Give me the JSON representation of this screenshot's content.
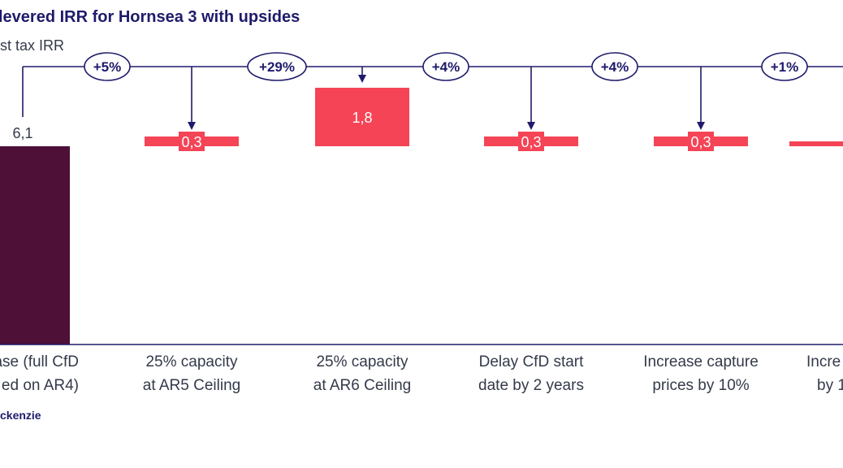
{
  "title": "levered IRR for Hornsea 3 with upsides",
  "subtitle": "st tax IRR",
  "source": "ckenzie",
  "colors": {
    "base_bar": "#4f1038",
    "delta_bar": "#f54456",
    "connector": "#1e1b6b",
    "axis": "#1e1b6b",
    "bubble_border": "#1e1b6b",
    "text": "#333a4a"
  },
  "chart_data": {
    "type": "bar",
    "title": "levered IRR for Hornsea 3 with upsides",
    "subtitle": "st tax IRR",
    "categories": [
      [
        "case (full CfD",
        "ed on AR4)"
      ],
      [
        "25% capacity",
        "at AR5 Ceiling"
      ],
      [
        "25% capacity",
        "at AR6 Ceiling"
      ],
      [
        "Delay CfD start",
        "date by 2 years"
      ],
      [
        "Increase capture",
        "prices by 10%"
      ],
      [
        "Incre",
        "by 1"
      ]
    ],
    "values": [
      6.1,
      0.3,
      1.8,
      0.3,
      0.3,
      0.1
    ],
    "value_labels": [
      "6,1",
      "0,3",
      "1,8",
      "0,3",
      "0,3",
      ""
    ],
    "bar_kind": [
      "total",
      "increase",
      "increase",
      "increase",
      "increase",
      "increase"
    ],
    "bar_start": [
      0,
      6.1,
      6.1,
      6.1,
      6.1,
      6.1
    ],
    "pct_changes": [
      "+5%",
      "+29%",
      "+4%",
      "+4%",
      "+1%"
    ],
    "ylim": [
      0,
      6.1
    ],
    "source": "ckenzie"
  }
}
